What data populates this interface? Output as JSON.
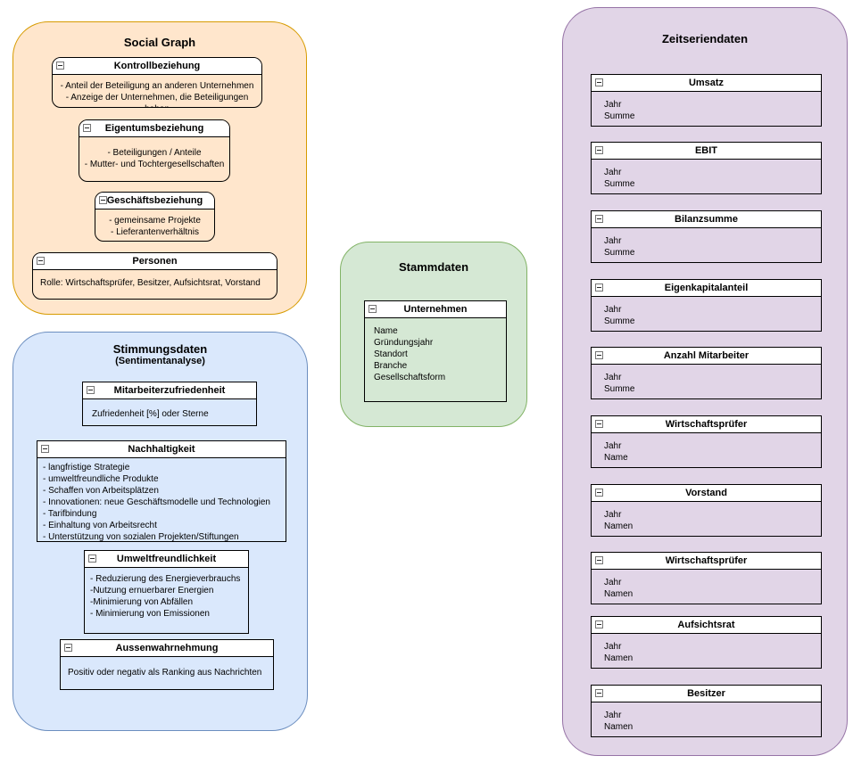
{
  "diagram": {
    "containers": [
      {
        "name": "Social Graph",
        "fill": "#FFE6CC",
        "stroke": "#D79B00",
        "boxes": [
          {
            "title": "Kontrollbeziehung",
            "lines": [
              "- Anteil der Beteiligung an anderen Unternehmen",
              "- Anzeige der Unternehmen, die Beteiligungen haben"
            ]
          },
          {
            "title": "Eigentumsbeziehung",
            "lines": [
              "- Beteiligungen / Anteile",
              "- Mutter- und Tochtergesellschaften"
            ]
          },
          {
            "title": "Geschäftsbeziehung",
            "lines": [
              "- gemeinsame Projekte",
              "- Lieferantenverhältnis"
            ]
          },
          {
            "title": "Personen",
            "lines": [
              "Rolle: Wirtschaftsprüfer, Besitzer, Aufsichtsrat, Vorstand"
            ]
          }
        ]
      },
      {
        "name": "Stimmungsdaten",
        "subtitle": "(Sentimentanalyse)",
        "fill": "#DAE8FC",
        "stroke": "#6C8EBF",
        "boxes": [
          {
            "title": "Mitarbeiterzufriedenheit",
            "lines": [
              "Zufriedenheit [%] oder Sterne"
            ]
          },
          {
            "title": "Nachhaltigkeit",
            "lines": [
              "- langfristige Strategie",
              "- umweltfreundliche Produkte",
              "- Schaffen von Arbeitsplätzen",
              "- Innovationen: neue Geschäftsmodelle und Technologien",
              "- Tarifbindung",
              "- Einhaltung von Arbeitsrecht",
              "- Unterstützung von sozialen Projekten/Stiftungen"
            ]
          },
          {
            "title": "Umweltfreundlichkeit",
            "lines": [
              "- Reduzierung des Energieverbrauchs",
              "-Nutzung ernuerbarer Energien",
              "-Minimierung von Abfällen",
              "- Minimierung von Emissionen"
            ]
          },
          {
            "title": "Aussenwahrnehmung",
            "lines": [
              "Positiv oder negativ als Ranking aus Nachrichten"
            ]
          }
        ]
      },
      {
        "name": "Stammdaten",
        "fill": "#D5E8D4",
        "stroke": "#82B366",
        "boxes": [
          {
            "title": "Unternehmen",
            "lines": [
              "Name",
              "Gründungsjahr",
              "Standort",
              "Branche",
              "Gesellschaftsform"
            ]
          }
        ]
      },
      {
        "name": "Zeitseriendaten",
        "fill": "#E1D5E7",
        "stroke": "#9673A6",
        "boxes": [
          {
            "title": "Umsatz",
            "lines": [
              "Jahr",
              "Summe"
            ]
          },
          {
            "title": "EBIT",
            "lines": [
              "Jahr",
              "Summe"
            ]
          },
          {
            "title": "Bilanzsumme",
            "lines": [
              "Jahr",
              "Summe"
            ]
          },
          {
            "title": "Eigenkapitalanteil",
            "lines": [
              "Jahr",
              "Summe"
            ]
          },
          {
            "title": "Anzahl Mitarbeiter",
            "lines": [
              "Jahr",
              "Summe"
            ]
          },
          {
            "title": "Wirtschaftsprüfer",
            "lines": [
              "Jahr",
              "Name"
            ]
          },
          {
            "title": "Vorstand",
            "lines": [
              "Jahr",
              "Namen"
            ]
          },
          {
            "title": "Wirtschaftsprüfer",
            "lines": [
              "Jahr",
              "Namen"
            ]
          },
          {
            "title": "Aufsichtsrat",
            "lines": [
              "Jahr",
              "Namen"
            ]
          },
          {
            "title": "Besitzer",
            "lines": [
              "Jahr",
              "Namen"
            ]
          }
        ]
      }
    ],
    "collapse_icon": "minus-square"
  }
}
